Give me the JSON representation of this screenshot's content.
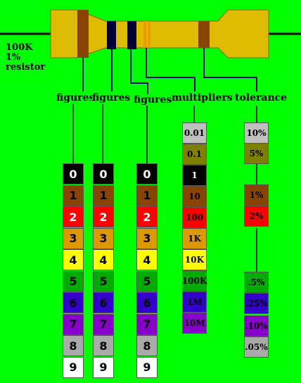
{
  "caption": "100K\n1%\nresistor",
  "headings": {
    "figures1": "figures",
    "figures2": "figures",
    "figures3": "figures",
    "multipliers": "multipliers",
    "tolerance": "tolerance"
  },
  "digits": [
    {
      "label": "0",
      "bg": "#000000",
      "fg": "#ffffff"
    },
    {
      "label": "1",
      "bg": "#884400",
      "fg": "#000000"
    },
    {
      "label": "2",
      "bg": "#ff0000",
      "fg": "#ffffff"
    },
    {
      "label": "3",
      "bg": "#dd9900",
      "fg": "#000000"
    },
    {
      "label": "4",
      "bg": "#ffff00",
      "fg": "#000000"
    },
    {
      "label": "5",
      "bg": "#00aa00",
      "fg": "#000000"
    },
    {
      "label": "6",
      "bg": "#3300cc",
      "fg": "#000000"
    },
    {
      "label": "7",
      "bg": "#8800cc",
      "fg": "#000000"
    },
    {
      "label": "8",
      "bg": "#aaaaaa",
      "fg": "#000000"
    },
    {
      "label": "9",
      "bg": "#ffffff",
      "fg": "#000000"
    }
  ],
  "multipliers": [
    {
      "label": "0.01",
      "bg": "#c0c0c0",
      "fg": "#000000"
    },
    {
      "label": "0.1",
      "bg": "#808000",
      "fg": "#000000"
    },
    {
      "label": "1",
      "bg": "#000000",
      "fg": "#ffffff"
    },
    {
      "label": "10",
      "bg": "#884400",
      "fg": "#000000"
    },
    {
      "label": "100",
      "bg": "#ff0000",
      "fg": "#000000"
    },
    {
      "label": "1K",
      "bg": "#dd9900",
      "fg": "#000000"
    },
    {
      "label": "10K",
      "bg": "#ffff00",
      "fg": "#000000"
    },
    {
      "label": "100K",
      "bg": "#00aa00",
      "fg": "#000000"
    },
    {
      "label": "1M",
      "bg": "#3300cc",
      "fg": "#000000"
    },
    {
      "label": "10M",
      "bg": "#8800cc",
      "fg": "#000000"
    }
  ],
  "tolerance": [
    {
      "label": "10%",
      "bg": "#c0c0c0",
      "fg": "#000000"
    },
    {
      "label": "5%",
      "bg": "#808000",
      "fg": "#000000"
    },
    {
      "label": "1%",
      "bg": "#884400",
      "fg": "#000000"
    },
    {
      "label": "2%",
      "bg": "#ff0000",
      "fg": "#000000"
    },
    {
      "label": ".5%",
      "bg": "#00aa00",
      "fg": "#000000"
    },
    {
      "label": ".25%",
      "bg": "#3300cc",
      "fg": "#000000"
    },
    {
      "label": ".10%",
      "bg": "#8800cc",
      "fg": "#000000"
    },
    {
      "label": ".05%",
      "bg": "#aaaaaa",
      "fg": "#000000"
    }
  ],
  "colors": {
    "background": "#00ff00",
    "resistor_body": "#ddbb00",
    "band_brown": "#884400",
    "band_black": "#000033",
    "band_orange": "#ee9900",
    "lead": "#000000",
    "connector": "#000066"
  }
}
